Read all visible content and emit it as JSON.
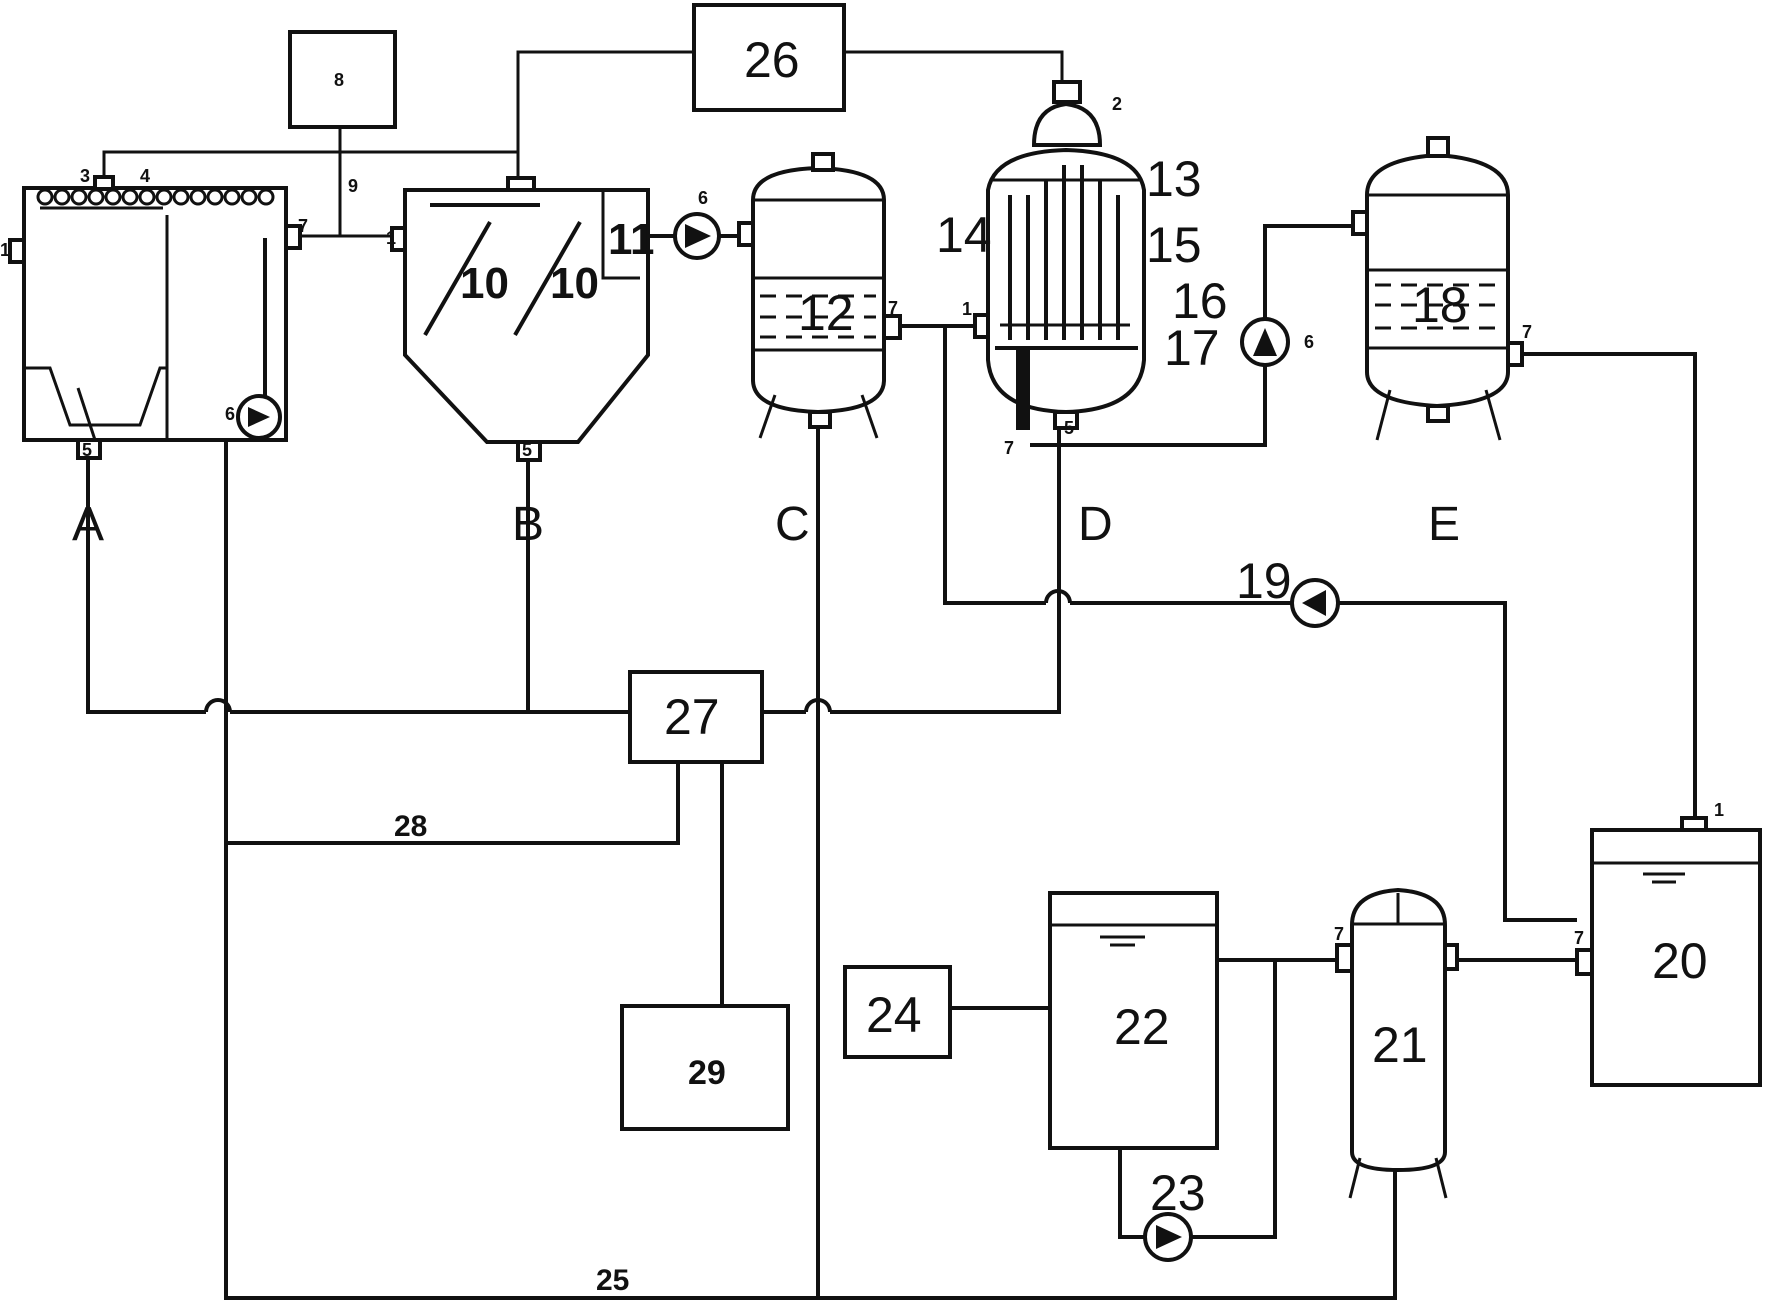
{
  "sections": {
    "A": "A",
    "B": "B",
    "C": "C",
    "D": "D",
    "E": "E"
  },
  "labels": {
    "n1a": "1",
    "n1b": "1",
    "n1c": "1",
    "n2": "2",
    "n3": "3",
    "n4": "4",
    "n5a": "5",
    "n5b": "5",
    "n5c": "5",
    "n6a": "6",
    "n6b": "6",
    "n6c": "6",
    "n7a": "7",
    "n7b": "7",
    "n7c": "7",
    "n7d": "7",
    "n7e": "7",
    "n7f": "7",
    "n8": "8",
    "n9": "9",
    "n10a": "10",
    "n10b": "10",
    "n11": "11",
    "n12": "12",
    "n13": "13",
    "n14": "14",
    "n15": "15",
    "n16": "16",
    "n17": "17",
    "n18": "18",
    "n19": "19",
    "n20": "20",
    "n21": "21",
    "n22": "22",
    "n23": "23",
    "n24": "24",
    "n25": "25",
    "n26": "26",
    "n27": "27",
    "n28": "28",
    "n29": "29"
  }
}
